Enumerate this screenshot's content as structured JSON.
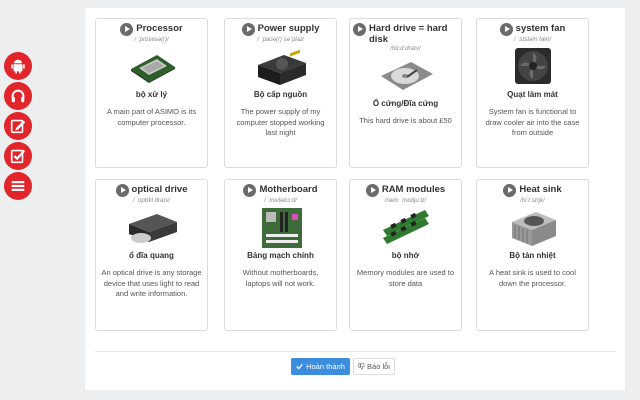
{
  "sidebar": {
    "items": [
      {
        "icon": "android-icon"
      },
      {
        "icon": "headphones-icon"
      },
      {
        "icon": "edit-icon"
      },
      {
        "icon": "checklist-icon"
      },
      {
        "icon": "menu-icon"
      }
    ]
  },
  "cards": [
    {
      "word": "Processor",
      "ipa": "/ ˈprɒsesə(r)/",
      "vn": "bộ xử lý",
      "def": "A main part of ASIMO is its computer processor.",
      "pic": "cpu"
    },
    {
      "word": "Power supply",
      "ipa": "/ ˈpaʊə(r) səˈplaɪ/",
      "vn": "Bộ cấp nguồn",
      "def": "The power supply of my computer stopped working last night",
      "pic": "psu"
    },
    {
      "word": "Hard drive = hard disk",
      "ipa": "/hɑːd draɪv/",
      "vn": "Ổ cứng/Đĩa cứng",
      "def": "This hard drive is about £50",
      "pic": "hdd"
    },
    {
      "word": "system fan",
      "ipa": "/ ˈsɪstəm fæn/",
      "vn": "Quạt làm mát",
      "def": "System fan is functional to draw cooler air into the case from outside",
      "pic": "fan"
    },
    {
      "word": "optical drive",
      "ipa": "/ ˈɒptɪkl draɪv/",
      "vn": "ổ đĩa quang",
      "def": "An optical drive is any storage device that uses light to read and write information.",
      "pic": "odd"
    },
    {
      "word": "Motherboard",
      "ipa": "/ ˈmʌðəbɔːd/",
      "vn": "Bảng mạch chính",
      "def": "Without motherboards, laptops will not work.",
      "pic": "mobo"
    },
    {
      "word": "RAM modules",
      "ipa": "/ræm ˈmɒdjuːlz/",
      "vn": "bộ nhớ",
      "def": "Memory modules are used to store data",
      "pic": "ram"
    },
    {
      "word": "Heat sink",
      "ipa": "/hiːt sɪŋk/",
      "vn": "Bộ tản nhiệt",
      "def": "A heat sink is used to cool down the processor.",
      "pic": "heatsink"
    }
  ],
  "footer": {
    "finish_label": "Hoàn thành",
    "report_label": "Báo lỗi"
  },
  "colors": {
    "sidebar": "#e2242b",
    "primary": "#3c8dde"
  }
}
